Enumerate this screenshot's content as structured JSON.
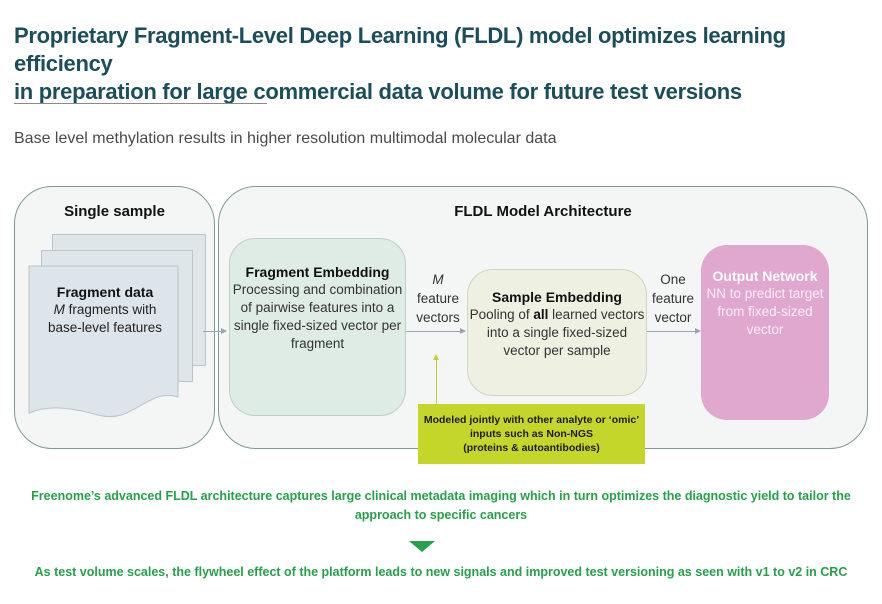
{
  "header": {
    "title_line1": "Proprietary Fragment-Level Deep Learning (FLDL) model optimizes learning efficiency",
    "title_line2": "in preparation for large commercial data volume for future test versions",
    "subtitle": "Base level methylation results in higher resolution multimodal molecular data"
  },
  "single_sample": {
    "title": "Single sample",
    "fragment_title": "Fragment data",
    "fragment_m": "M",
    "fragment_line1": " fragments with",
    "fragment_line2": "base-level features"
  },
  "fldl": {
    "title": "FLDL Model Architecture",
    "fragment_embedding": {
      "title": "Fragment Embedding",
      "body": "Processing and combination of pairwise features into a single fixed-sized vector per fragment"
    },
    "m_label": {
      "m": "M",
      "line1": "feature",
      "line2": "vectors"
    },
    "sample_embedding": {
      "title": "Sample Embedding",
      "body_pre": "Pooling of ",
      "body_bold": "all",
      "body_post": " learned vectors into a single fixed-sized vector per sample"
    },
    "one_label": {
      "line1": "One",
      "line2": "feature",
      "line3": "vector"
    },
    "output_network": {
      "title": "Output Network",
      "body": "NN to predict target from fixed-sized vector"
    }
  },
  "callout": {
    "line1": "Modeled jointly with other analyte or ‘omic’",
    "line2": "inputs such as Non-NGS",
    "line3": "(proteins & autoantibodies)"
  },
  "footer": {
    "statement1": "Freenome’s advanced FLDL architecture captures large clinical metadata imaging which in turn optimizes the diagnostic yield to tailor the approach to specific cancers",
    "statement2": "As test volume scales, the flywheel effect of the platform leads to new signals and improved test versioning as seen with v1 to v2 in CRC"
  },
  "colors": {
    "title": "#1b4e5a",
    "accent_green": "#26a04a",
    "callout": "#c5d62b",
    "output": "#e0a7cf"
  }
}
